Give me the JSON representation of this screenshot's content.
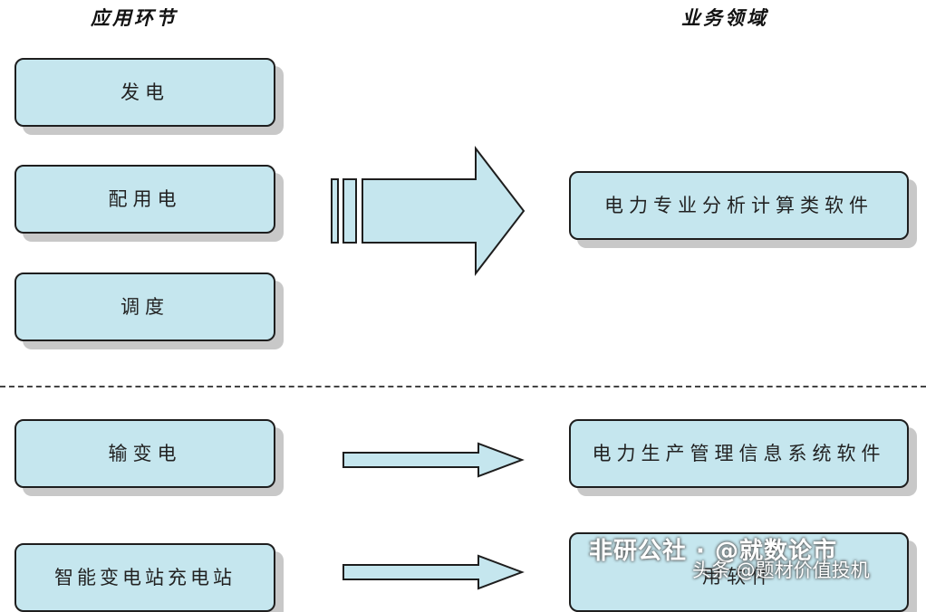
{
  "headings": {
    "left": "应用环节",
    "right": "业务领域"
  },
  "top_group": {
    "left_boxes": [
      "发电",
      "配用电",
      "调度"
    ],
    "right_box": "电力专业分析计算类软件"
  },
  "bottom_group": {
    "rows": [
      {
        "left": "输变电",
        "right": "电力生产管理信息系统软件"
      },
      {
        "left": "智能变电站充电站",
        "right": "用软件"
      }
    ]
  },
  "watermarks": {
    "overlay": "非研公社 · @就数论市",
    "source": "头条 @题材价值投机"
  },
  "colors": {
    "box_fill": "#c5e6ee",
    "arrow_fill": "#c5e6ee",
    "outline": "#1e1e1e",
    "shadow": "#c8c8c8"
  }
}
